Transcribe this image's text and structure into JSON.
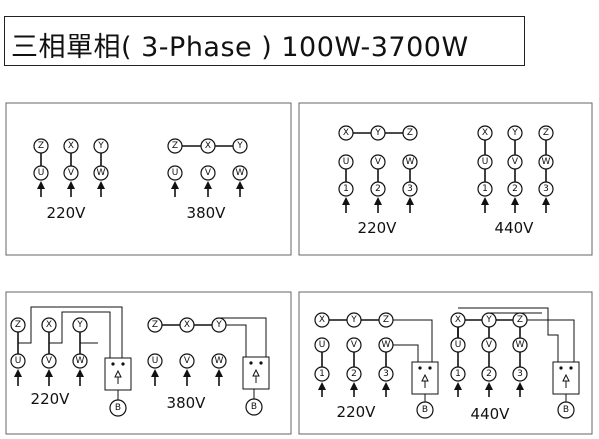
{
  "title": "三相單相( 3-Phase ) 100W-3700W",
  "labels": {
    "z": "Z",
    "x": "X",
    "y": "Y",
    "u": "U",
    "v": "V",
    "w": "W",
    "n1": "1",
    "n2": "2",
    "n3": "3",
    "b": "B"
  },
  "voltages": {
    "v220": "220V",
    "v380": "380V",
    "v440": "440V"
  }
}
